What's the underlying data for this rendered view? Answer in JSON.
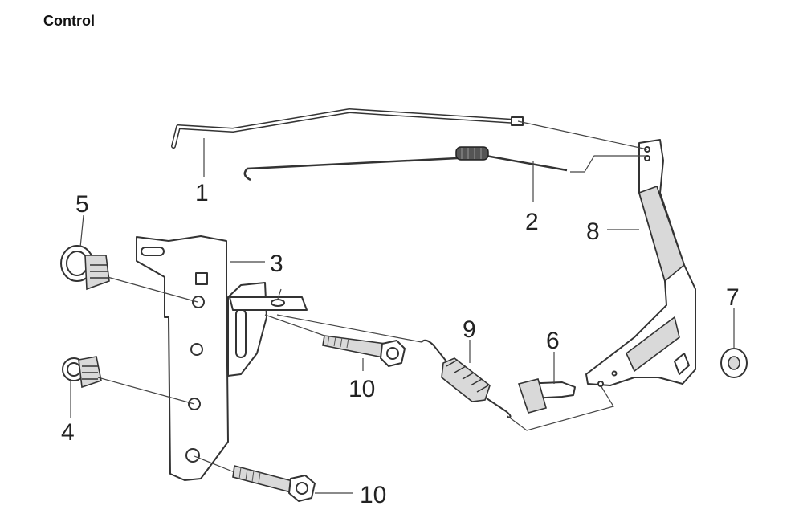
{
  "title": "Control",
  "callouts": {
    "c1": "1",
    "c2": "2",
    "c3": "3",
    "c4": "4",
    "c5": "5",
    "c6": "6",
    "c7": "7",
    "c8": "8",
    "c9": "9",
    "c10a": "10",
    "c10b": "10"
  }
}
